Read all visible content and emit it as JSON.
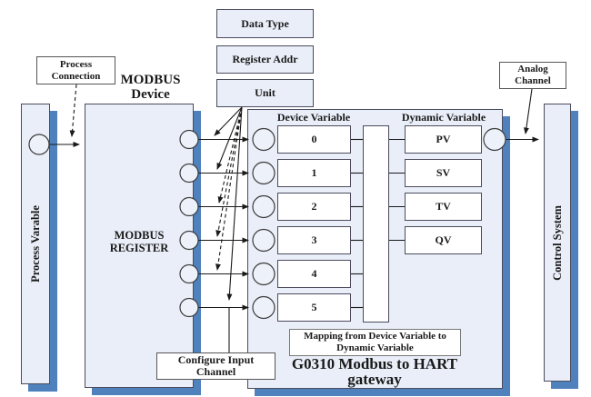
{
  "diagram": {
    "title": "G0310 Modbus to HART gateway",
    "top_boxes": {
      "data_type": "Data Type",
      "register_addr": "Register Addr",
      "unit": "Unit"
    },
    "callouts": {
      "process_connection": "Process Connection",
      "analog_channel": "Analog Channel",
      "configure_input_channel": "Configure Input Channel",
      "mapping": "Mapping from Device Variable to Dynamic Variable"
    },
    "left_bar_label": "Process Varable",
    "right_bar_label": "Control System",
    "modbus_device_title": "MODBUS Device",
    "modbus_register_label": "MODBUS REGISTER",
    "gateway_label": "G0310 Modbus to HART gateway",
    "device_variable_header": "Device Variable",
    "dynamic_variable_header": "Dynamic Variable",
    "device_variables": [
      "0",
      "1",
      "2",
      "3",
      "4",
      "5"
    ],
    "dynamic_variables": [
      "PV",
      "SV",
      "TV",
      "QV"
    ],
    "colors": {
      "box_fill": "#e9eef8",
      "shadow_blue": "#4f81bd",
      "border": "#4b4b5e",
      "line": "#1a1a1a",
      "background": "#ffffff"
    }
  }
}
